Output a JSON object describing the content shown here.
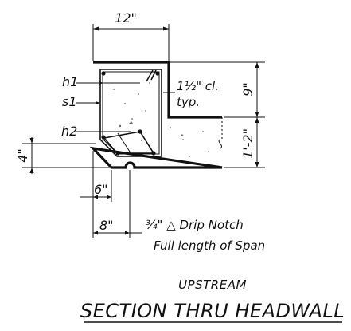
{
  "labels": {
    "top_width": "12\"",
    "clear_cover_line1": "1½\" cl.",
    "clear_cover_line2": "typ.",
    "right_upper_height": "9\"",
    "right_lower_height": "1'-2\"",
    "bar_h1": "h1",
    "bar_s1": "s1",
    "bar_h2": "h2",
    "left_height": "4\"",
    "bottom_inner": "6\"",
    "bottom_width": "8\"",
    "drip_notch": "¾\" △ Drip Notch",
    "drip_notch_note": "Full length of Span",
    "upstream": "UPSTREAM",
    "title": "SECTION THRU HEADWALL"
  }
}
